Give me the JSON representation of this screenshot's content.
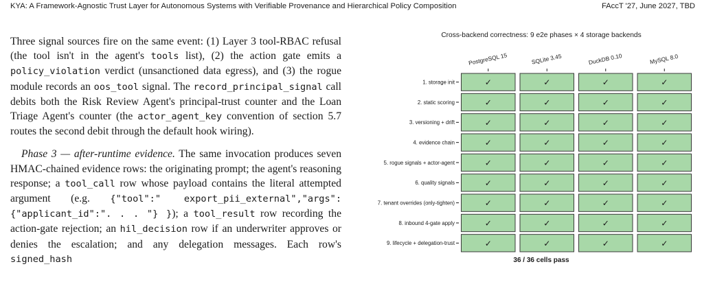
{
  "header": {
    "left": "KYA: A Framework-Agnostic Trust Layer for Autonomous Systems with Verifiable Provenance and Hierarchical Policy Composition",
    "right": "FAccT '27, June 2027, TBD"
  },
  "body": {
    "p1": [
      "Three signal sources fire on the same event: (1) Layer 3 tool-RBAC refusal (the tool isn't in the agent's ",
      "tools",
      " list), (2) the action gate emits a ",
      "policy_violation",
      " verdict (unsanctioned data egress), and (3) the rogue module records an ",
      "oos_tool",
      " signal. The ",
      "record_principal_signal",
      " call debits both the Risk Review Agent's principal-trust counter and the Loan Triage Agent's counter (the ",
      "actor_agent_key",
      " convention of section 5.7 routes the second debit through the default hook wiring)."
    ],
    "p2_phase": "Phase 3 — after-runtime evidence.",
    "p2": [
      " The same invocation produces seven HMAC-chained evidence rows: the originating prompt; the agent's reasoning response; a ",
      "tool_call",
      " row whose payload contains the literal attempted argument (e.g. ",
      "{\"tool\":\" export_pii_external\",\"args\":{\"applicant_id\":\". . . \"} }",
      "); a ",
      "tool_result",
      " row recording the action-gate rejection; an ",
      "hil_decision",
      " row if an underwriter approves or denies the escalation; and any delegation messages. Each row's ",
      "signed_hash"
    ]
  },
  "chart_data": {
    "type": "table",
    "title": "Cross-backend correctness: 9 e2e phases × 4 storage backends",
    "columns": [
      "PostgreSQL 15",
      "SQLite 3.45",
      "DuckDB 0.10",
      "MySQL 8.0"
    ],
    "rows": [
      "1. storage init",
      "2. static scoring",
      "3. versioning + drift",
      "4. evidence chain",
      "5. rogue signals + actor-agent",
      "6. quality signals",
      "7. tenant overrides (only-tighten)",
      "8. inbound 4-gate apply",
      "9. lifecycle + delegation-trust"
    ],
    "cell_mark": "✓",
    "cells": [
      [
        "pass",
        "pass",
        "pass",
        "pass"
      ],
      [
        "pass",
        "pass",
        "pass",
        "pass"
      ],
      [
        "pass",
        "pass",
        "pass",
        "pass"
      ],
      [
        "pass",
        "pass",
        "pass",
        "pass"
      ],
      [
        "pass",
        "pass",
        "pass",
        "pass"
      ],
      [
        "pass",
        "pass",
        "pass",
        "pass"
      ],
      [
        "pass",
        "pass",
        "pass",
        "pass"
      ],
      [
        "pass",
        "pass",
        "pass",
        "pass"
      ],
      [
        "pass",
        "pass",
        "pass",
        "pass"
      ]
    ],
    "summary": "36 / 36 cells pass",
    "colors": {
      "pass_fill": "#a8d8a8",
      "cell_border": "#3a3a3a"
    }
  }
}
